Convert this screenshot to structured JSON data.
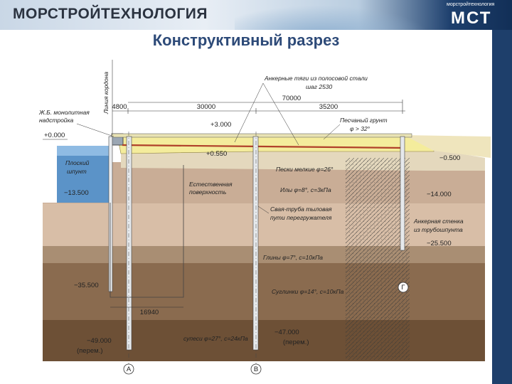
{
  "header": {
    "brand": "МОРСТРОЙТЕХНОЛОГИЯ",
    "logo_small": "морстройтехнология",
    "logo_big": "МСТ"
  },
  "title": "Конструктивный разрез",
  "colors": {
    "header_dark": "#1e3f6b",
    "title": "#2d4a78",
    "water": "#5b93c8",
    "sand_fill": "#f4ec9c",
    "fine_sand": "#ddd2b8",
    "silt": "#c8b09a",
    "clay": "#a78a6c",
    "loam": "#8d6c4f",
    "sandy_loam": "#6e5035",
    "tie_rod": "#b0402a"
  },
  "dimensions": {
    "d4800": "4800",
    "d30000": "30000",
    "d35200": "35200",
    "d70000": "70000",
    "d16940": "16940"
  },
  "elevations": {
    "e_plus3000": "+3.000",
    "e_0550": "+0.550",
    "e_0000": "+0.000",
    "e_m0500": "−0.500",
    "e_m13500": "−13.500",
    "e_m14000": "−14.000",
    "e_m25500": "−25.500",
    "e_m35500": "−35.500",
    "e_m47000": "−47.000",
    "e_m49000": "−49.000",
    "perem1": "(перем.)",
    "perem2": "(перем.)"
  },
  "labels": {
    "kordon": "Линия кордона",
    "anchor_rods_1": "Анкерные тяги из полосовой стали",
    "anchor_rods_2": "шаг 2530",
    "sand_soil_1": "Песчаный грунт",
    "sand_soil_2": "φ > 32°",
    "superstructure_1": "Ж.Б. монолитная",
    "superstructure_2": "надстройка",
    "sheet_pile_1": "Плоский",
    "sheet_pile_2": "шпунт",
    "natural_1": "Естественная",
    "natural_2": "поверхность",
    "pile_1": "Свая-труба тыловая",
    "pile_2": "пути перегружателя",
    "anchor_wall_1": "Анкерная стенка",
    "anchor_wall_2": "из трубошпунта",
    "fine_sand": "Пески мелкие φ=26°",
    "silt": "Илы φ=8°, c=3кПа",
    "clay": "Глины φ=7°, c=10кПа",
    "loam": "Суглинки φ=14°, c=10кПа",
    "sandy_loam": "супеси φ=27°, c=24кПа",
    "axis_a": "А",
    "axis_b": "В",
    "axis_g": "Г"
  }
}
